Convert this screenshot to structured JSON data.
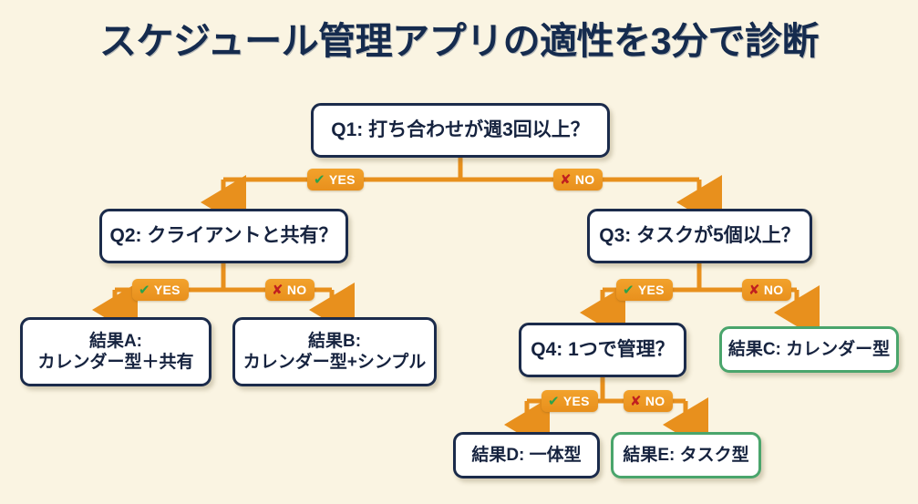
{
  "page": {
    "title": "スケジュール管理アプリの適性を3分で診断",
    "background_color": "#faf4e2",
    "title_color": "#152b4e",
    "connector_color": "#e8901d",
    "box_border_color": "#1b2b4b",
    "highlight_border_color": "#4aa56c"
  },
  "flowchart": {
    "type": "decision-tree",
    "nodes": [
      {
        "id": "q1",
        "kind": "question",
        "text": "Q1: 打ち合わせが週3回以上？"
      },
      {
        "id": "q2",
        "kind": "question",
        "text": "Q2: クライアントと共有？"
      },
      {
        "id": "q3",
        "kind": "question",
        "text": "Q3: タスクが5個以上？"
      },
      {
        "id": "q4",
        "kind": "question",
        "text": "Q4: 1つで管理？"
      },
      {
        "id": "a",
        "kind": "result",
        "text": "結果A:\nカレンダー型＋共有",
        "highlight": false
      },
      {
        "id": "b",
        "kind": "result",
        "text": "結果B:\nカレンダー型+シンプル",
        "highlight": false
      },
      {
        "id": "c",
        "kind": "result",
        "text": "結果C: カレンダー型",
        "highlight": true
      },
      {
        "id": "d",
        "kind": "result",
        "text": "結果D: 一体型",
        "highlight": false
      },
      {
        "id": "e",
        "kind": "result",
        "text": "結果E: タスク型",
        "highlight": true
      }
    ],
    "edges": [
      {
        "id": "q1-yes",
        "from": "q1",
        "to": "q2",
        "label": "YES",
        "mark": "✔"
      },
      {
        "id": "q1-no",
        "from": "q1",
        "to": "q3",
        "label": "NO",
        "mark": "✘"
      },
      {
        "id": "q2-yes",
        "from": "q2",
        "to": "a",
        "label": "YES",
        "mark": "✔"
      },
      {
        "id": "q2-no",
        "from": "q2",
        "to": "b",
        "label": "NO",
        "mark": "✘"
      },
      {
        "id": "q3-yes",
        "from": "q3",
        "to": "q4",
        "label": "YES",
        "mark": "✔"
      },
      {
        "id": "q3-no",
        "from": "q3",
        "to": "c",
        "label": "NO",
        "mark": "✘"
      },
      {
        "id": "q4-yes",
        "from": "q4",
        "to": "d",
        "label": "YES",
        "mark": "✔"
      },
      {
        "id": "q4-no",
        "from": "q4",
        "to": "e",
        "label": "NO",
        "mark": "✘"
      }
    ]
  }
}
